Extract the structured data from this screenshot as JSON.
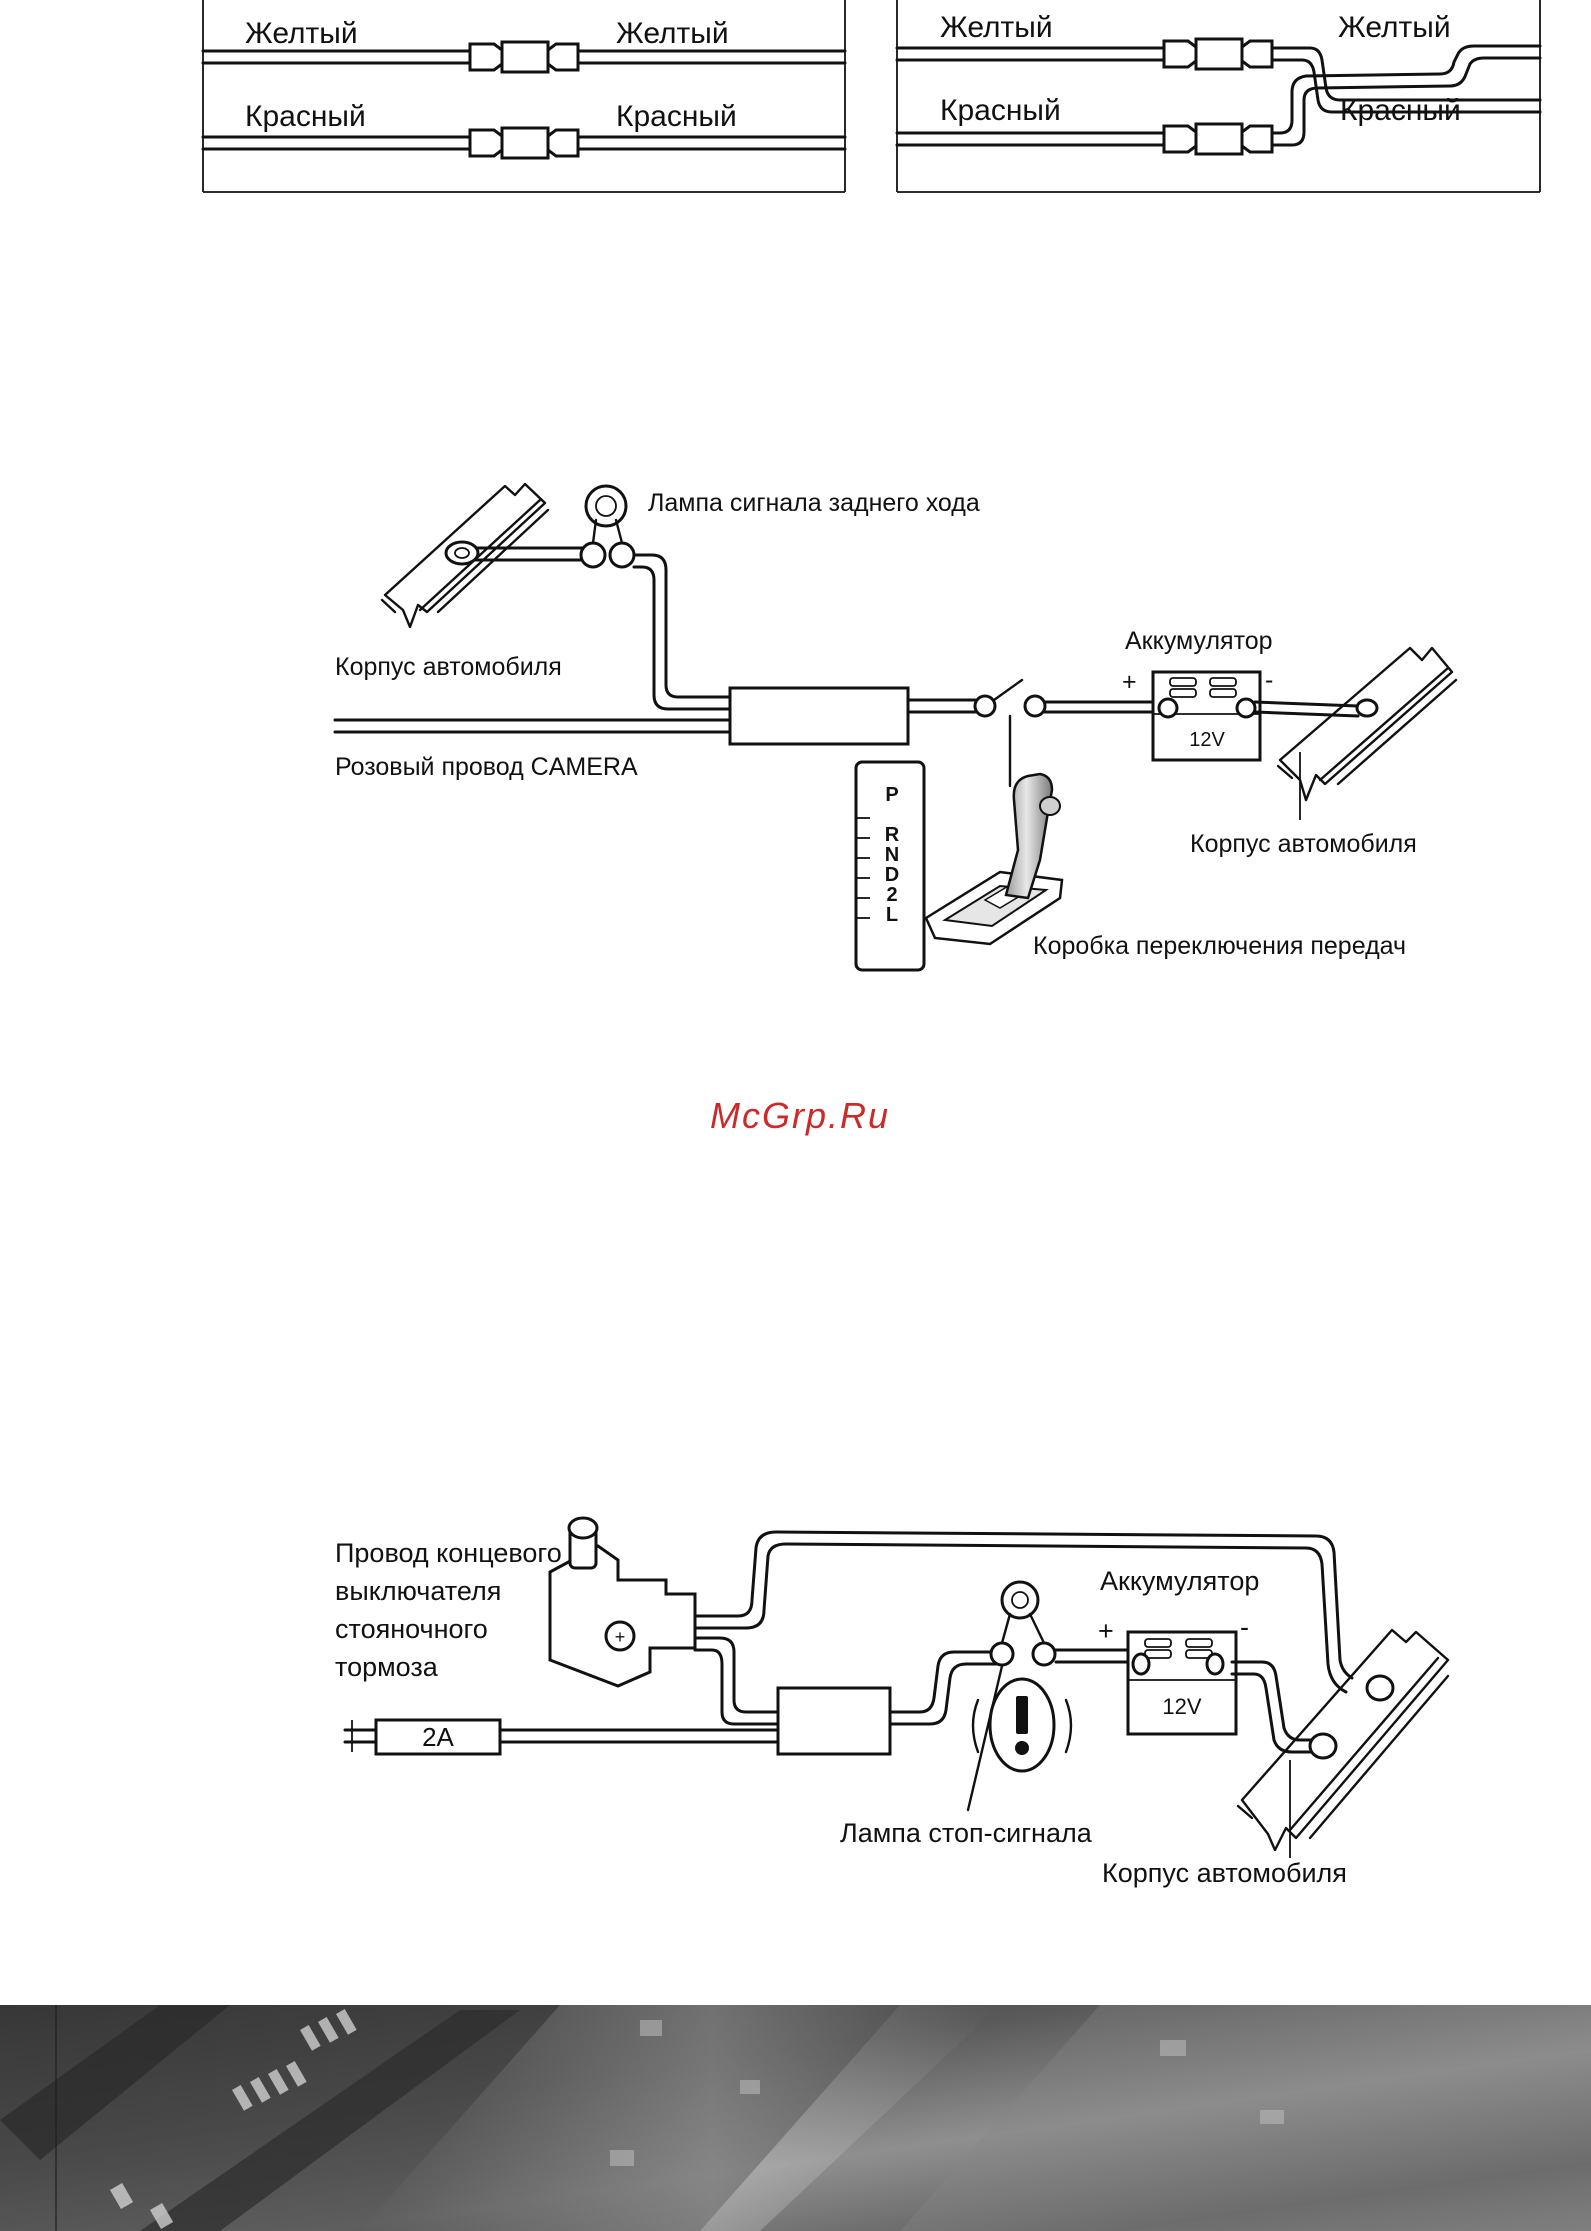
{
  "splice_left": {
    "top_left": "Желтый",
    "top_right": "Желтый",
    "bottom_left": "Красный",
    "bottom_right": "Красный"
  },
  "splice_right": {
    "top_left": "Желтый",
    "top_right": "Желтый",
    "bottom_left": "Красный",
    "bottom_right": "Красный"
  },
  "reverse_diagram": {
    "lamp_label": "Лампа сигнала заднего хода",
    "body_left_label": "Корпус автомобиля",
    "pink_wire_label": "Розовый провод CAMERA",
    "battery_label": "Аккумулятор",
    "battery_plus": "+",
    "battery_minus": "-",
    "battery_voltage": "12V",
    "body_right_label": "Корпус автомобиля",
    "gearbox_label": "Коробка переключения передач",
    "gears": [
      "P",
      "R",
      "N",
      "D",
      "2",
      "L"
    ]
  },
  "watermark": "McGrp.Ru",
  "brake_diagram": {
    "parking_wire_label_lines": [
      "Провод концевого",
      "выключателя",
      "стояночного",
      "тормоза"
    ],
    "fuse_label": "2A",
    "battery_label": "Аккумулятор",
    "battery_plus": "+",
    "battery_minus": "-",
    "battery_voltage": "12V",
    "brake_lamp_label": "Лампа стоп-сигнала",
    "body_label": "Корпус автомобиля"
  },
  "colors": {
    "ink": "#111111",
    "watermark": "#cc2a2a",
    "footer_dark": "#3a3a3a",
    "footer_light": "#9a9a9a"
  }
}
